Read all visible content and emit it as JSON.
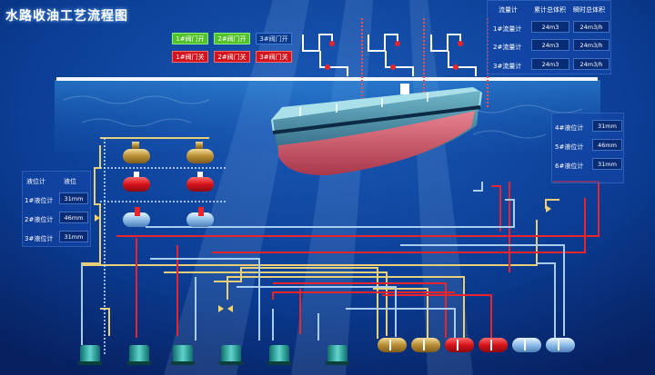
{
  "title": "水路收油工艺流程图",
  "valves": {
    "open": [
      "1#阀门开",
      "2#阀门开",
      "3#阀门开"
    ],
    "close": [
      "1#阀门关",
      "2#阀门关",
      "3#阀门关"
    ]
  },
  "flow_panel": {
    "headers": [
      "流量计",
      "累计总体积",
      "瞬时总体积"
    ],
    "rows": [
      {
        "name": "1#流量计",
        "total": "24m3",
        "instant": "24m3/h"
      },
      {
        "name": "2#流量计",
        "total": "24m3",
        "instant": "24m3/h"
      },
      {
        "name": "3#流量计",
        "total": "24m3",
        "instant": "24m3/h"
      }
    ]
  },
  "level_panel_left": {
    "headers": [
      "液位计",
      "液位"
    ],
    "rows": [
      {
        "name": "1#液位计",
        "value": "31mm"
      },
      {
        "name": "2#液位计",
        "value": "46mm"
      },
      {
        "name": "3#液位计",
        "value": "31mm"
      }
    ]
  },
  "level_panel_right": {
    "rows": [
      {
        "name": "4#液位计",
        "value": "31mm"
      },
      {
        "name": "5#液位计",
        "value": "46mm"
      },
      {
        "name": "6#液位计",
        "value": "31mm"
      }
    ]
  },
  "colors": {
    "background_top": "#0a3a8c",
    "background_bottom": "#0a1f6a",
    "water": "#1c6ec2",
    "pipe_yellow": "#e8cf7a",
    "pipe_red": "#e8242c",
    "pipe_lightblue": "#a8cdf0",
    "ship_hull_top": "#2d6f85",
    "ship_hull_bottom": "#e06a78",
    "tank_gold": "#c9a44a",
    "tank_red": "#d6121a",
    "tank_blue": "#8fbde8"
  },
  "icons": {
    "ship": "oil-tanker-icon",
    "tank": "horizontal-tank-icon",
    "pump": "pump-icon",
    "valve": "valve-icon",
    "loading_arm": "loading-arm-icon"
  }
}
